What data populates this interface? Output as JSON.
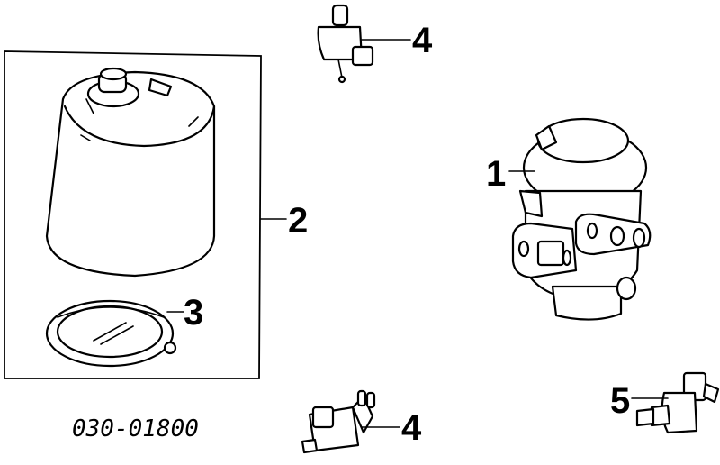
{
  "diagram": {
    "part_code": "030-01800",
    "callouts": {
      "egr_valve": "1",
      "canister_assembly": "2",
      "mounting_bracket": "3",
      "solenoid_top": "4",
      "solenoid_bottom": "4",
      "sensor": "5"
    }
  }
}
